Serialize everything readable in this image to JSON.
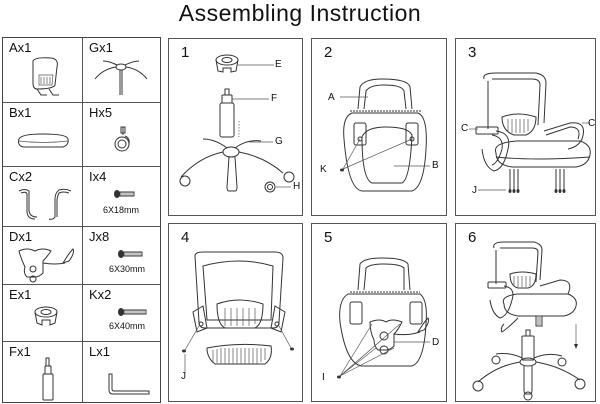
{
  "title": "Assembling Instruction",
  "parts": [
    {
      "id": "A",
      "label": "Ax1",
      "qty": 1,
      "icon": "backrest-icon"
    },
    {
      "id": "G",
      "label": "Gx1",
      "qty": 1,
      "icon": "star-base-icon"
    },
    {
      "id": "B",
      "label": "Bx1",
      "qty": 1,
      "icon": "seat-cushion-icon"
    },
    {
      "id": "H",
      "label": "Hx5",
      "qty": 5,
      "icon": "caster-icon"
    },
    {
      "id": "C",
      "label": "Cx2",
      "qty": 2,
      "icon": "armrest-icon"
    },
    {
      "id": "I",
      "label": "Ix4",
      "qty": 4,
      "icon": "screw-icon",
      "spec": "6X18mm"
    },
    {
      "id": "D",
      "label": "Dx1",
      "qty": 1,
      "icon": "tilt-mechanism-icon"
    },
    {
      "id": "J",
      "label": "Jx8",
      "qty": 8,
      "icon": "screw-icon",
      "spec": "6X30mm"
    },
    {
      "id": "E",
      "label": "Ex1",
      "qty": 1,
      "icon": "cylinder-cover-icon"
    },
    {
      "id": "K",
      "label": "Kx2",
      "qty": 2,
      "icon": "screw-icon",
      "spec": "6X40mm"
    },
    {
      "id": "F",
      "label": "Fx1",
      "qty": 1,
      "icon": "gas-lift-icon"
    },
    {
      "id": "L",
      "label": "Lx1",
      "qty": 1,
      "icon": "allen-key-icon"
    }
  ],
  "steps": [
    {
      "number": "1",
      "callouts": [
        "E",
        "F",
        "G",
        "H"
      ]
    },
    {
      "number": "2",
      "callouts": [
        "A",
        "K",
        "B"
      ]
    },
    {
      "number": "3",
      "callouts": [
        "C",
        "C",
        "J"
      ]
    },
    {
      "number": "4",
      "callouts": [
        "J"
      ]
    },
    {
      "number": "5",
      "callouts": [
        "D",
        "I"
      ]
    },
    {
      "number": "6",
      "callouts": []
    }
  ]
}
